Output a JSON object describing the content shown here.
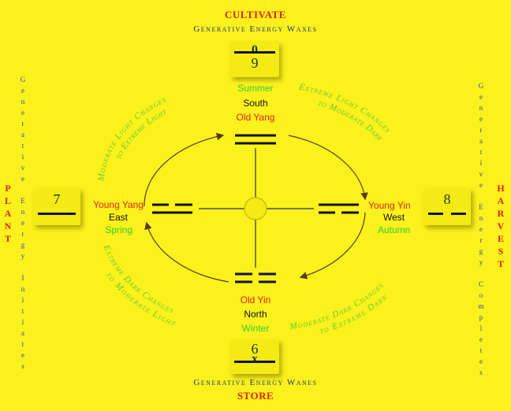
{
  "top": {
    "title": "CULTIVATE",
    "subtitle": "Generative Energy Waxes",
    "number": "9",
    "upper_number": "0",
    "season": "Summer",
    "direction": "South",
    "phase": "Old Yang"
  },
  "bottom": {
    "title": "STORE",
    "subtitle": "Generative Energy Wanes",
    "number": "6",
    "mark": "x",
    "season": "Winter",
    "direction": "North",
    "phase": "Old Yin"
  },
  "left": {
    "title": "PLANT",
    "subtitle": "Generative Energy Initiates",
    "number": "7",
    "season": "Spring",
    "direction": "East",
    "phase": "Young Yang"
  },
  "right": {
    "title": "HARVEST",
    "subtitle": "Generative Energy Completes",
    "number": "8",
    "season": "Autumn",
    "direction": "West",
    "phase": "Young Yin"
  },
  "arcs": {
    "upper_left": [
      "Moderate Light Changes",
      "to Extreme Light"
    ],
    "upper_right": [
      "Extreme Light Changes",
      "to Moderate Dark"
    ],
    "lower_left": [
      "Extreme Dark Changes",
      "to Moderate Light"
    ],
    "lower_right": [
      "Moderate Dark Changes",
      "to Extreme Dark"
    ]
  },
  "colors": {
    "background": "#fbf11c",
    "red": "#e2231a",
    "green": "#2fd12f",
    "blue": "#2a4fb5",
    "arc_text": "#5fd12a"
  }
}
